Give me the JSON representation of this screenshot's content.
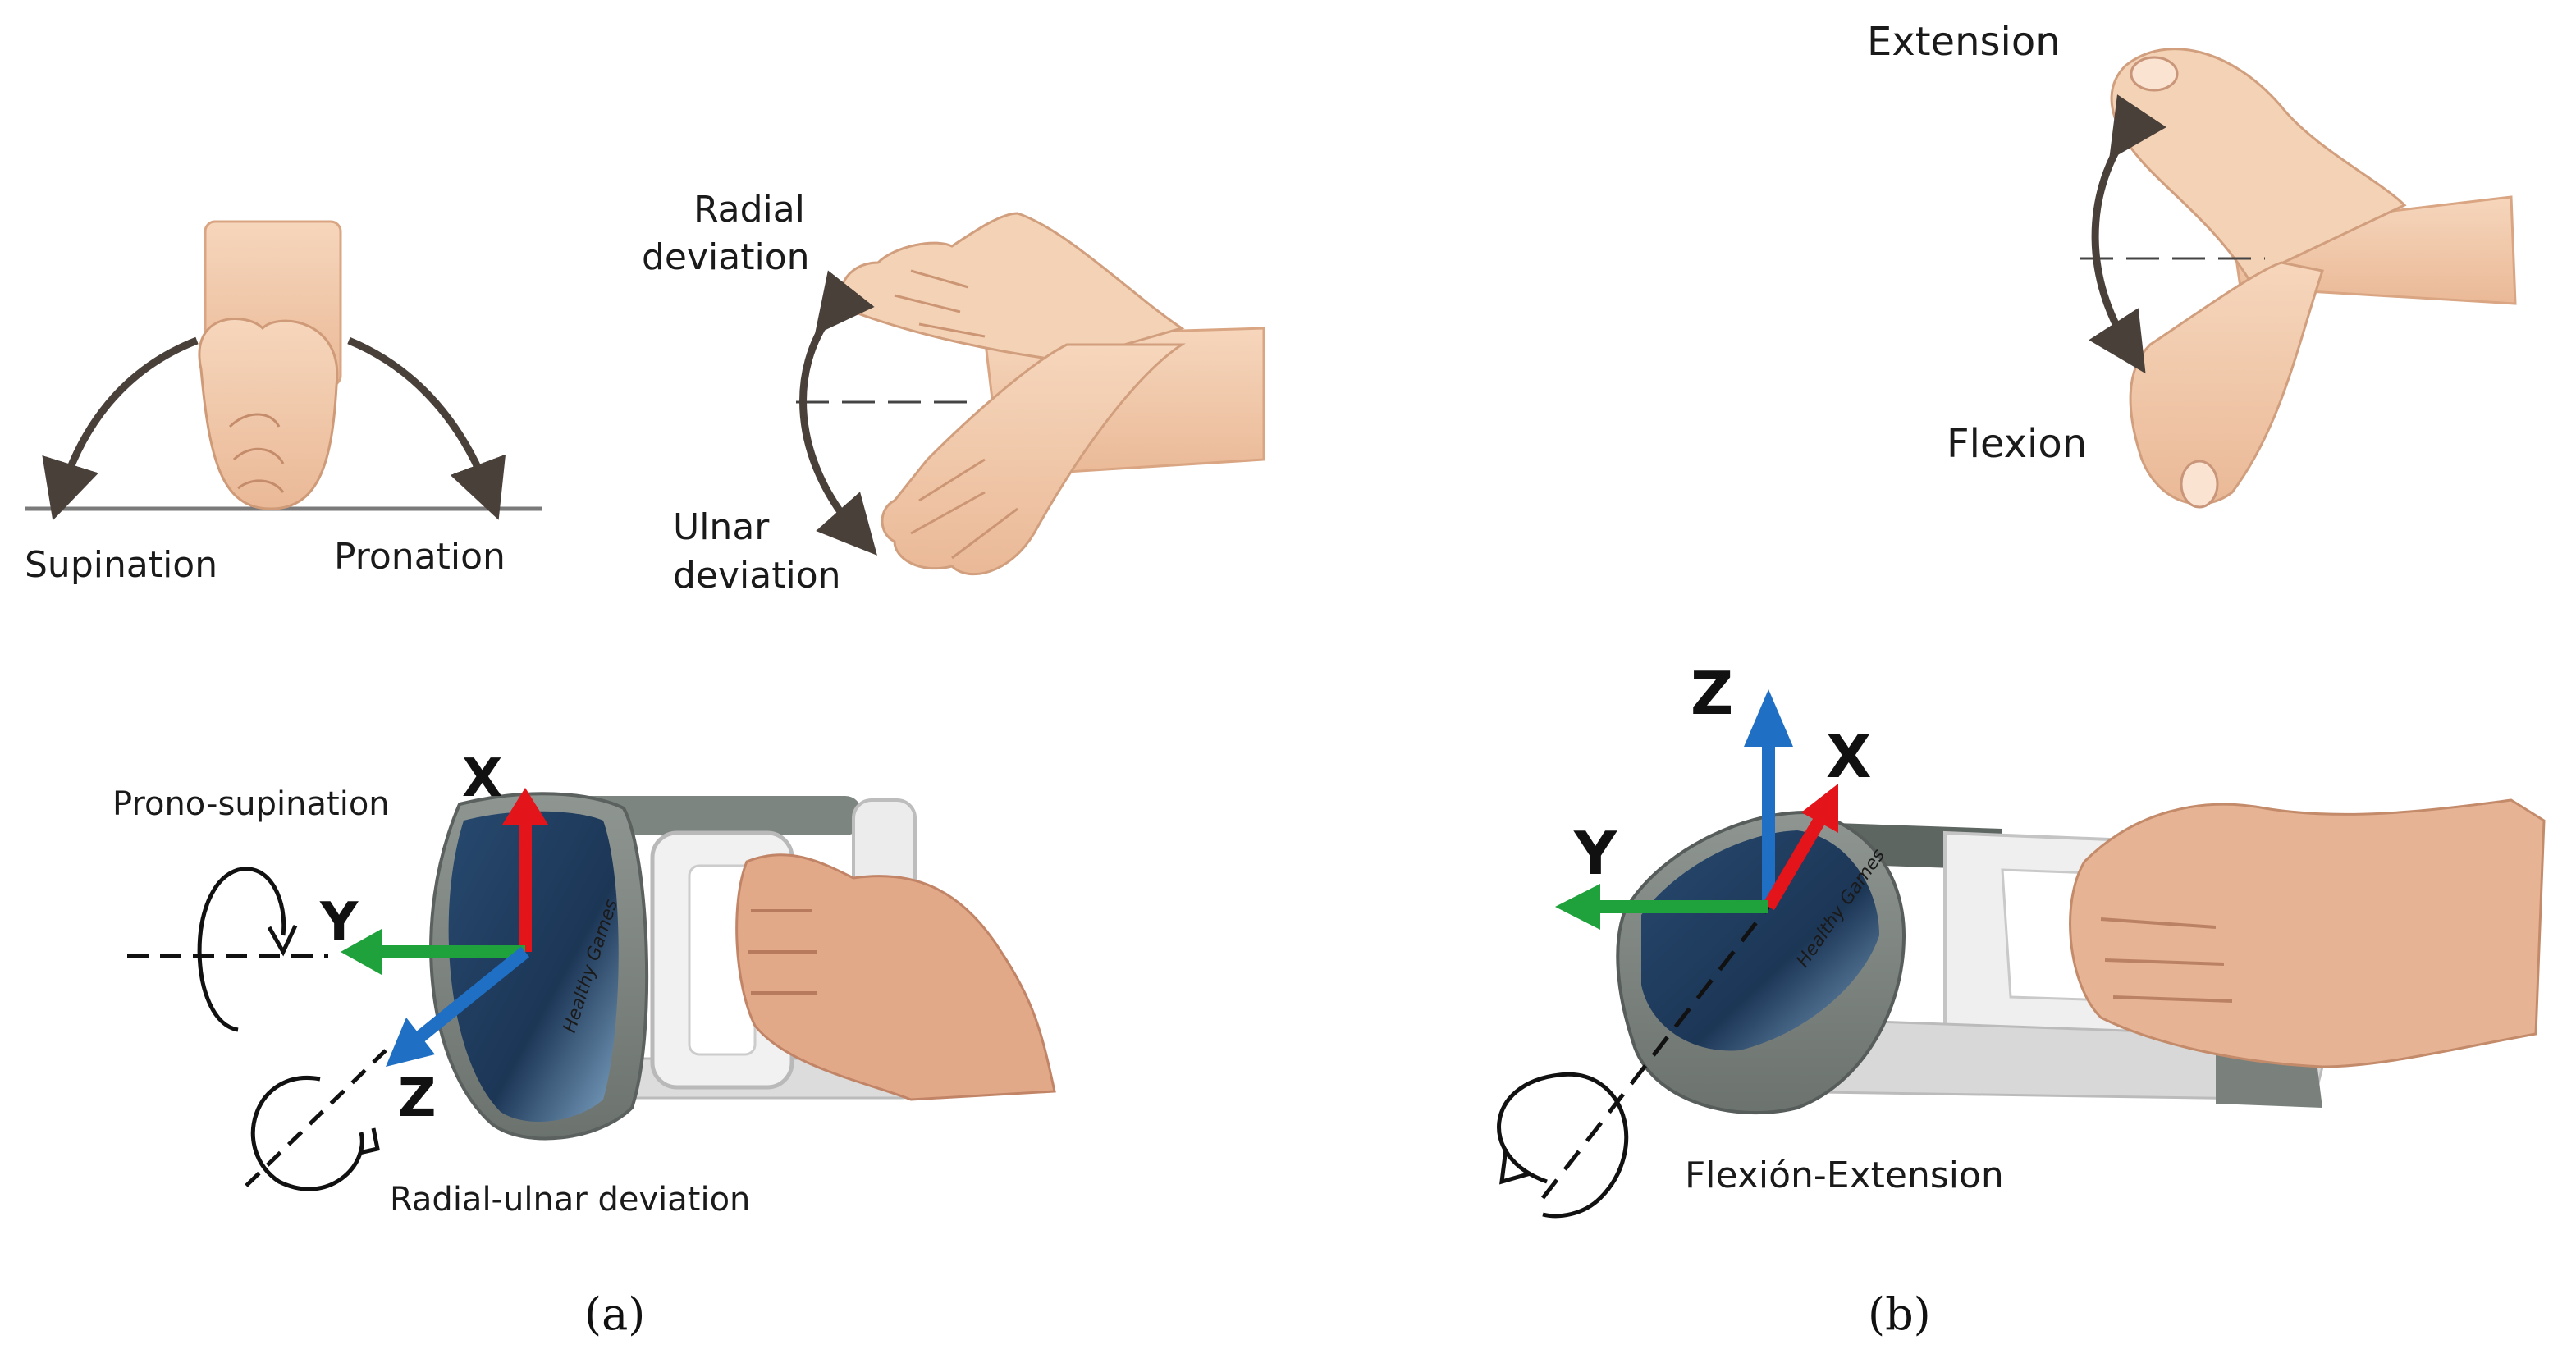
{
  "wrist_panels": {
    "supination_label": "Supination",
    "pronation_label": "Pronation",
    "radial_deviation_label": [
      "Radial",
      "deviation"
    ],
    "ulnar_deviation_label": [
      "Ulnar",
      "deviation"
    ],
    "extension_label": "Extension",
    "flexion_label": "Flexion"
  },
  "device_a": {
    "axis_x": "X",
    "axis_y": "Y",
    "axis_z": "Z",
    "prono_label": "Prono-supination",
    "radial_ulnar_label": "Radial-ulnar deviation",
    "device_brand": "Healthy Games",
    "caption": "(a)"
  },
  "device_b": {
    "axis_x": "X",
    "axis_y": "Y",
    "axis_z": "Z",
    "flexion_extension_label": "Flexión-Extension",
    "device_brand": "Healthy Games",
    "caption": "(b)"
  },
  "colors": {
    "x_axis": "#e4141b",
    "y_axis": "#1fa23c",
    "z_axis": "#1f6fc4",
    "skin": "#f2c9a8",
    "arrow_gray": "#4a403a"
  }
}
